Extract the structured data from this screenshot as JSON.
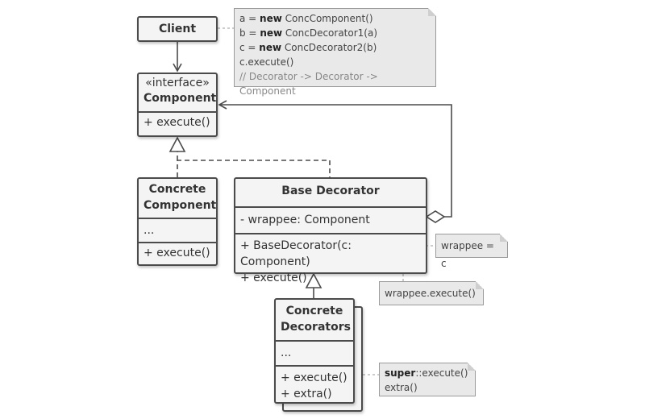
{
  "colors": {
    "box_fill": "#f4f4f4",
    "box_border": "#4b4b4b",
    "note_fill": "#e9e9e9",
    "connector": "#4b4b4b",
    "note_link": "#9a9a9a"
  },
  "client": {
    "name": "Client"
  },
  "component": {
    "stereotype": "«interface»",
    "name": "Component",
    "method": "+ execute()"
  },
  "concrete_component": {
    "name_line1": "Concrete",
    "name_line2": "Component",
    "fields": "...",
    "method": "+ execute()"
  },
  "base_decorator": {
    "name": "Base Decorator",
    "field": "- wrappee: Component",
    "method1": "+ BaseDecorator(c: Component)",
    "method2": "+ execute()"
  },
  "concrete_decorators": {
    "name_line1": "Concrete",
    "name_line2": "Decorators",
    "fields": "...",
    "method1": "+ execute()",
    "method2": "+ extra()"
  },
  "client_note": {
    "line1_prefix": "a = ",
    "line1_kw": "new",
    "line1_rest": " ConcComponent()",
    "line2_prefix": "b = ",
    "line2_kw": "new",
    "line2_rest": " ConcDecorator1(a)",
    "line3_prefix": "c = ",
    "line3_kw": "new",
    "line3_rest": " ConcDecorator2(b)",
    "line4": "c.execute()",
    "line5": "// Decorator -> Decorator -> Component"
  },
  "constructor_note": {
    "text": "wrappee = c"
  },
  "execute_note": {
    "text": "wrappee.execute()"
  },
  "decorator_note": {
    "line1_kw": "super",
    "line1_rest": "::execute()",
    "line2": "extra()"
  }
}
